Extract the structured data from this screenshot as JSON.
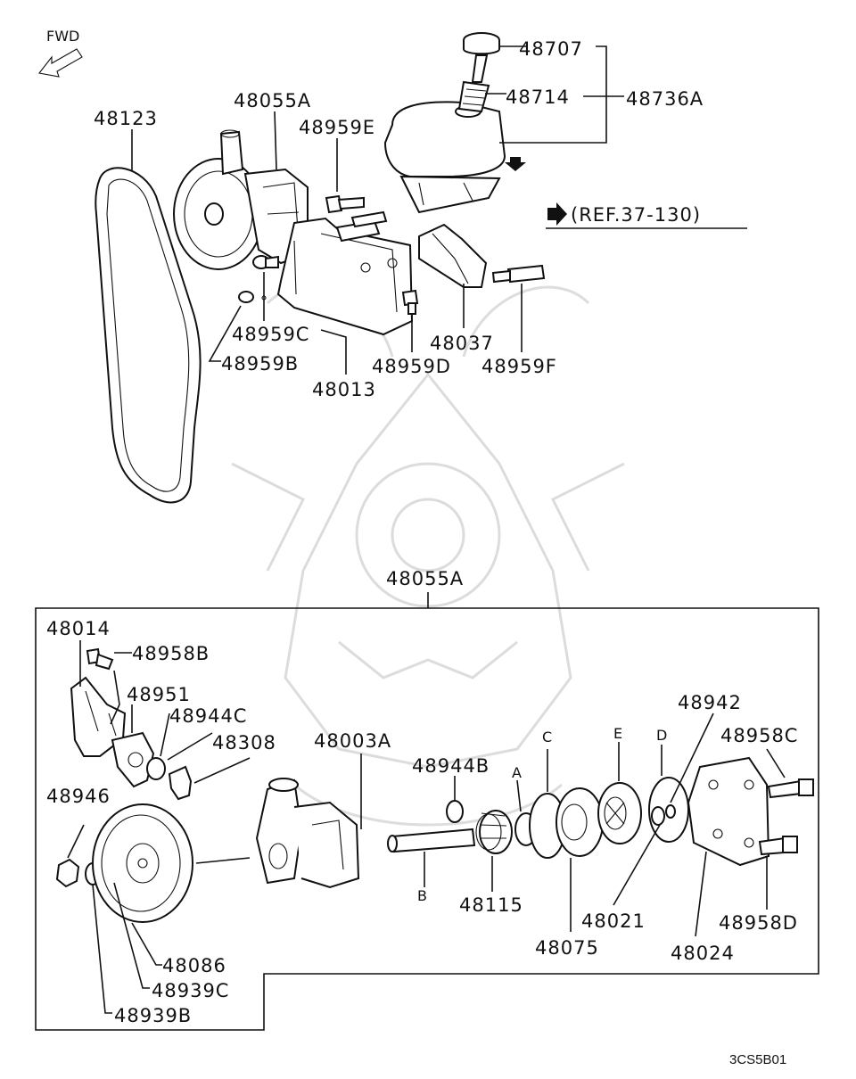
{
  "fwd_label": "FWD",
  "ref_label": "(REF.37-130)",
  "diagram_code": "3CS5B01",
  "letters": {
    "a": "A",
    "b": "B",
    "c": "C",
    "d": "D",
    "e": "E"
  },
  "top_labels": {
    "p48707": "48707",
    "p48714": "48714",
    "p48736A": "48736A",
    "p48123": "48123",
    "p48055A": "48055A",
    "p48959E": "48959E",
    "p48959C": "48959C",
    "p48959B": "48959B",
    "p48013": "48013",
    "p48959D": "48959D",
    "p48037": "48037",
    "p48959F": "48959F"
  },
  "detail_labels": {
    "p48055A": "48055A",
    "p48014": "48014",
    "p48958B": "48958B",
    "p48951": "48951",
    "p48944C": "48944C",
    "p48308": "48308",
    "p48003A": "48003A",
    "p48944B": "48944B",
    "p48942": "48942",
    "p48958C": "48958C",
    "p48946": "48946",
    "p48115": "48115",
    "p48021": "48021",
    "p48075": "48075",
    "p48024": "48024",
    "p48958D": "48958D",
    "p48086": "48086",
    "p48939C": "48939C",
    "p48939B": "48939B"
  }
}
